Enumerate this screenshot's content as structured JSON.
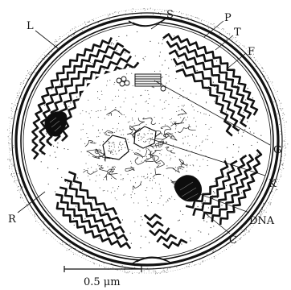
{
  "labels": {
    "L": "L",
    "S": "S",
    "P": "P",
    "T": "T",
    "F": "F",
    "G": "G",
    "K": "K",
    "DNA": "DNA",
    "R": "R",
    "C": "C"
  },
  "scale_bar": {
    "label": "0.5 μm"
  },
  "colors": {
    "ink": "#111111",
    "background": "#ffffff"
  }
}
